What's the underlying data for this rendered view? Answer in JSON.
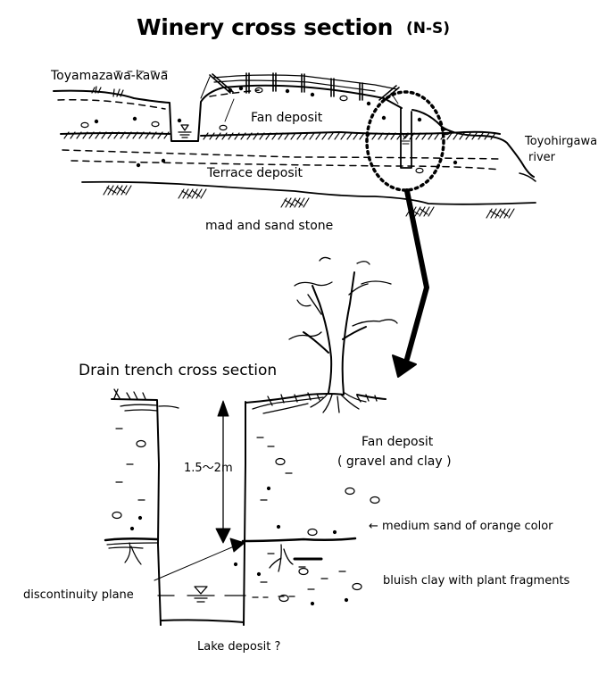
{
  "title": "Winery cross section",
  "title_orientation": "(N-S)",
  "upper_section": {
    "labels": {
      "stream": "Toyamazawa-kawa",
      "fan_deposit": "Fan deposit",
      "river_line1": "Toyohirgawa",
      "river_line2": "river",
      "terrace_deposit": "Terrace deposit",
      "bedrock": "mad and sand stone"
    }
  },
  "lower_section": {
    "title": "Drain trench cross section",
    "depth_label": "1.5〜2m",
    "labels": {
      "fan_deposit_line1": "Fan deposit",
      "fan_deposit_line2": "( gravel and clay )",
      "orange_sand": "←  medium sand of orange color",
      "bluish_clay": "bluish clay with plant fragments",
      "discontinuity": "discontinuity plane",
      "lake_deposit": "Lake deposit ?"
    }
  },
  "icons": [
    "detail-callout-circle",
    "zoom-arrow",
    "tree",
    "water-level-symbol",
    "depth-arrow",
    "fence-posts"
  ]
}
